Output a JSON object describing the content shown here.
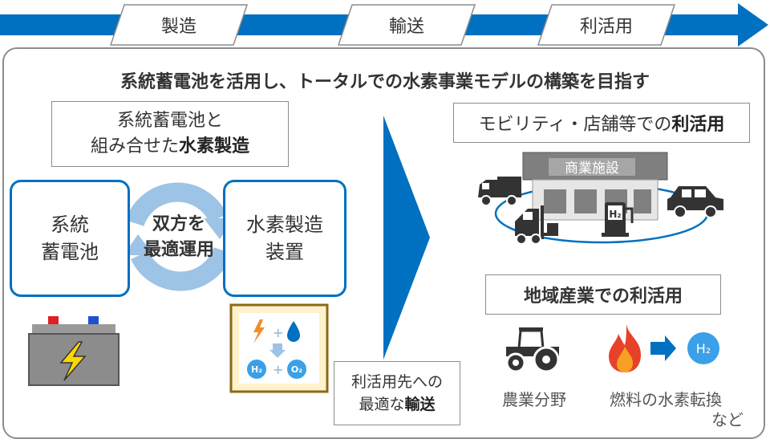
{
  "top_flow": {
    "steps": [
      "製造",
      "輸送",
      "利活用"
    ],
    "arrow_color": "#0070C0"
  },
  "main_title": "系統蓄電池を活用し、トータルでの水素事業モデルの構築を目指す",
  "production": {
    "heading_line1": "系統蓄電池と",
    "heading_line2_prefix": "組み合せた",
    "heading_line2_bold": "水素製造",
    "battery_label_line1": "系統",
    "battery_label_line2": "蓄電池",
    "cycle_line1": "双方を",
    "cycle_line2": "最適運用",
    "electrolyzer_label_line1": "水素製造",
    "electrolyzer_label_line2": "装置",
    "h2_label": "H₂",
    "o2_label": "O₂"
  },
  "transport": {
    "line1": "利活用先への",
    "line2_prefix": "最適な",
    "line2_bold": "輸送",
    "arrow_color": "#0070C0"
  },
  "utilization": {
    "mobility_prefix": "モビリティ・店舗等での",
    "mobility_bold": "利活用",
    "facility_sign": "商業施設",
    "station_label": "H₂",
    "regional_title": "地域産業での利活用",
    "agriculture_label": "農業分野",
    "fuel_label": "燃料の水素転換",
    "h2_badge": "H₂",
    "etc": "など"
  },
  "colors": {
    "accent_blue": "#0070C0",
    "light_blue": "#9DC3E6",
    "icon_dark": "#333333"
  }
}
